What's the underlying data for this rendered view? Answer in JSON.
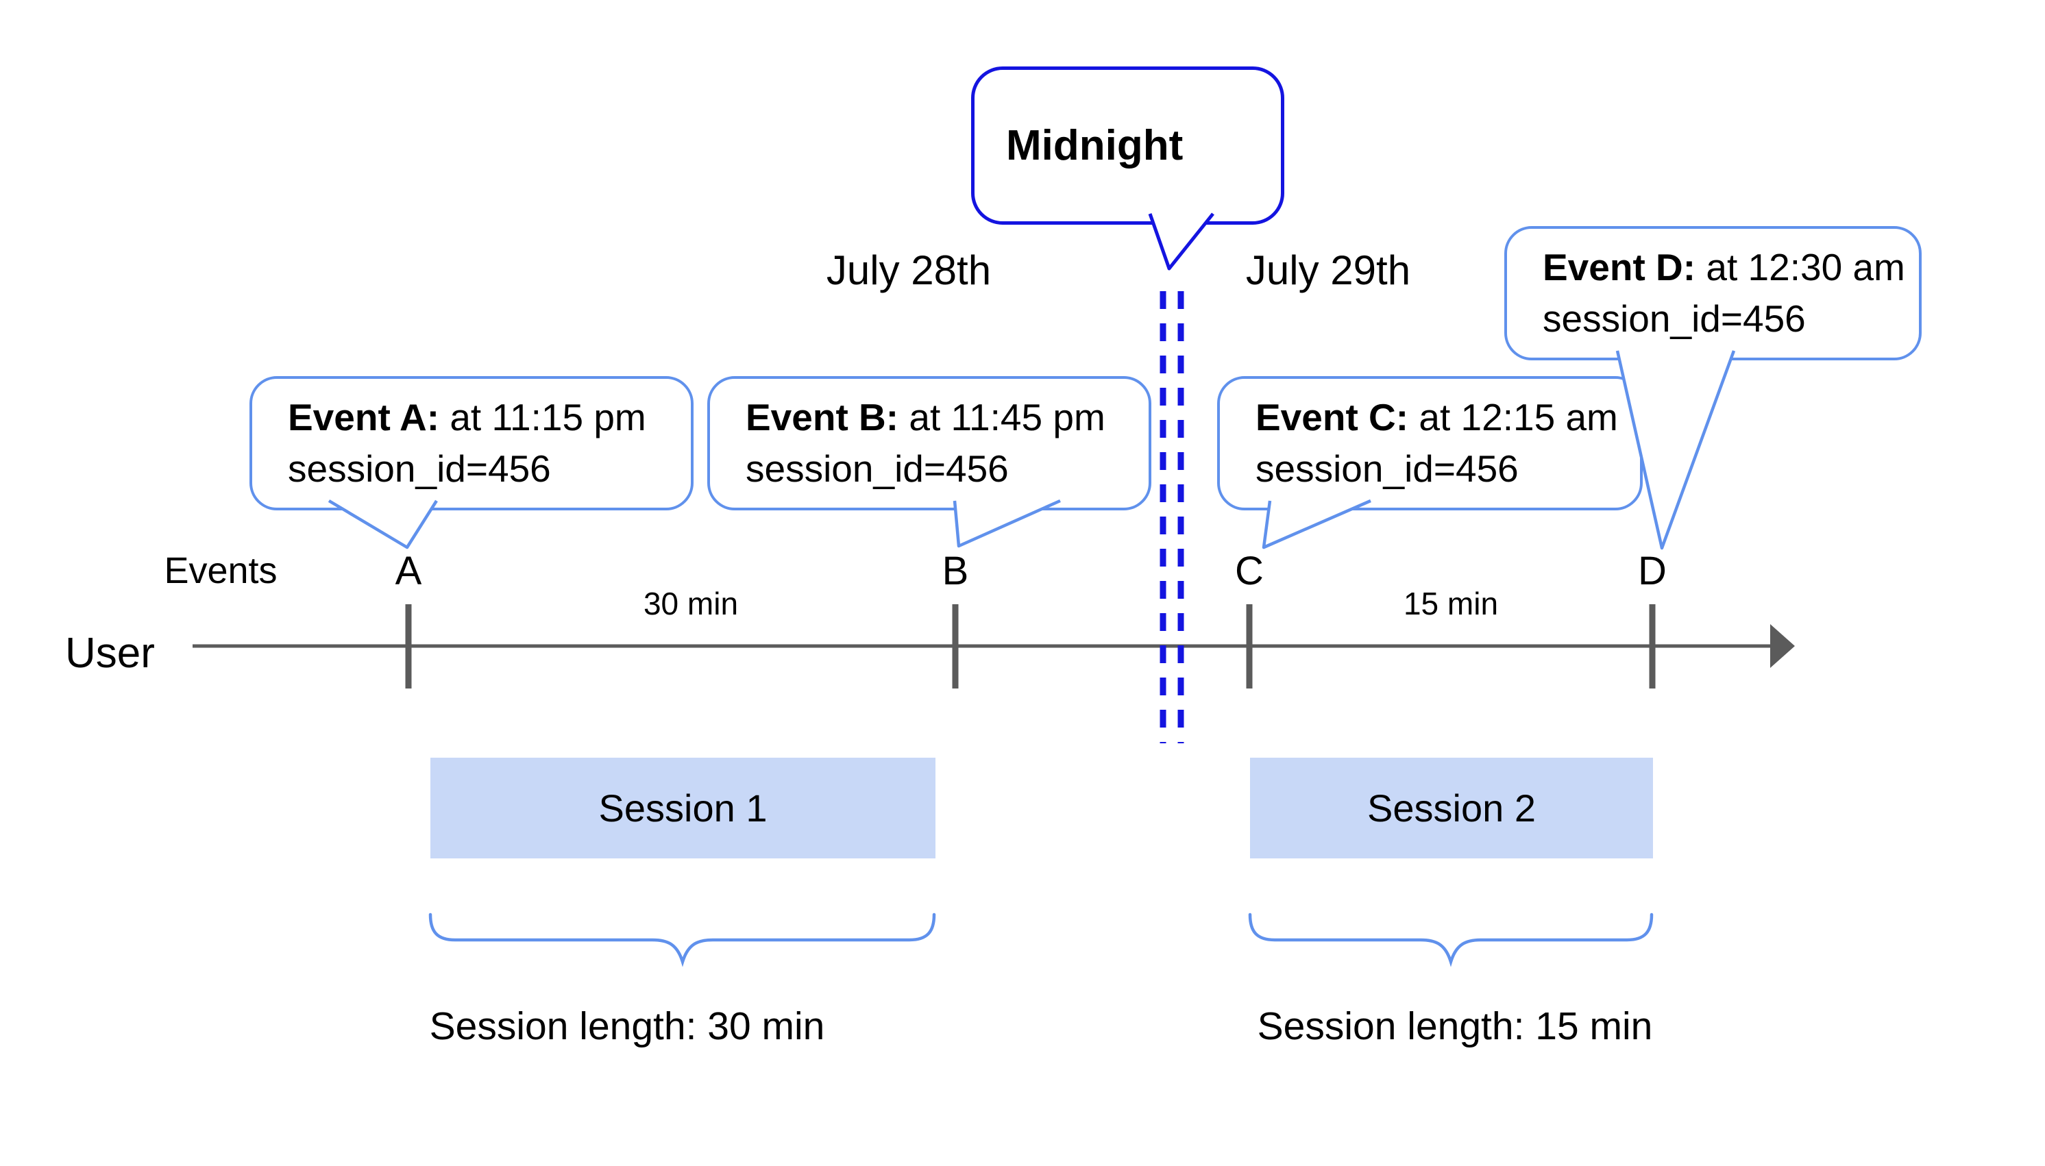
{
  "colors": {
    "accent_blue": "#6091ec",
    "deep_blue": "#1414e0",
    "session_fill": "#c8d8f7",
    "line_gray": "#5b5b5b",
    "text_black": "#000000"
  },
  "dates": {
    "left_day": "July 28th",
    "right_day": "July 29th"
  },
  "midnight": {
    "label": "Midnight"
  },
  "axis": {
    "events_label": "Events",
    "user_label": "User"
  },
  "ticks": [
    "A",
    "B",
    "C",
    "D"
  ],
  "gaps": [
    {
      "label": "30 min"
    },
    {
      "label": "15 min"
    }
  ],
  "callouts": [
    {
      "bold": "Event A:",
      "rest": " at 11:15 pm",
      "line2": "session_id=456"
    },
    {
      "bold": "Event B:",
      "rest": " at 11:45 pm",
      "line2": "session_id=456"
    },
    {
      "bold": "Event C:",
      "rest": " at 12:15 am",
      "line2": "session_id=456"
    },
    {
      "bold": "Event D:",
      "rest": " at 12:30 am",
      "line2": "session_id=456"
    }
  ],
  "sessions": [
    {
      "name": "Session 1",
      "length_label": "Session length: 30 min"
    },
    {
      "name": "Session 2",
      "length_label": "Session length: 15 min"
    }
  ]
}
